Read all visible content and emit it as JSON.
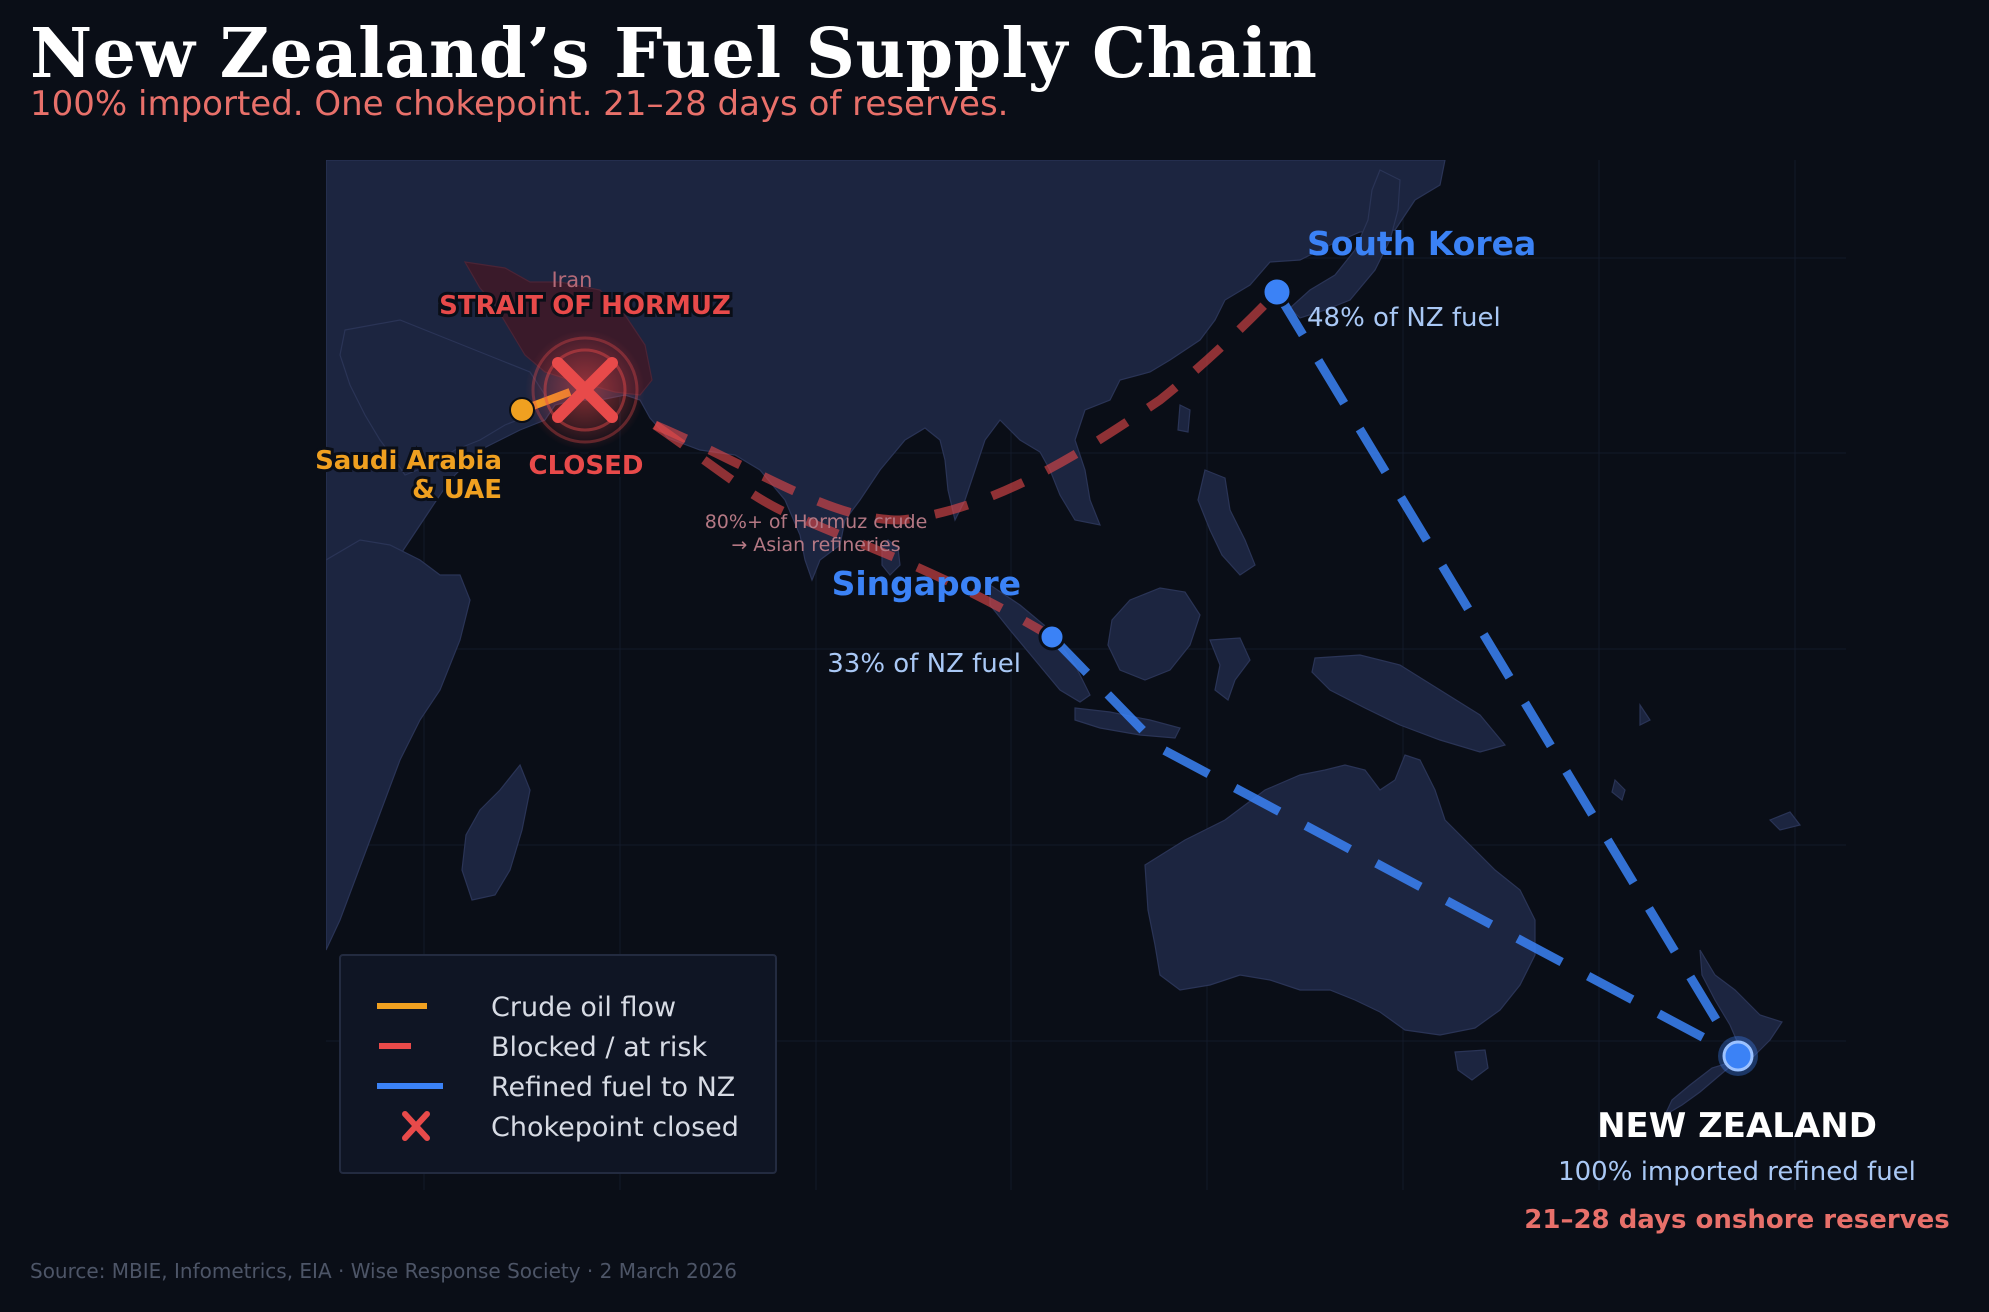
{
  "title": "New Zealand’s Fuel Supply Chain",
  "subtitle": "100% imported. One chokepoint. 21–28 days of reserves.",
  "colors": {
    "background": "#0a0e17",
    "land": "#1c2540",
    "crude": "#f0a020",
    "blocked": "#e84a4a",
    "refined": "#3b82f6",
    "subtitle": "#e8706a"
  },
  "labels": {
    "iran": "Iran",
    "hormuz": "STRAIT OF HORMUZ",
    "closed": "CLOSED",
    "saudi_line1": "Saudi Arabia",
    "saudi_line2": "& UAE",
    "asian_note_line1": "80%+ of Hormuz crude",
    "asian_note_line2": "→ Asian refineries",
    "south_korea": "South Korea",
    "south_korea_share": "48% of NZ fuel",
    "singapore": "Singapore",
    "singapore_share": "33% of NZ fuel",
    "nz": "NEW ZEALAND",
    "nz_sub": "100% imported refined fuel",
    "nz_reserves": "21–28 days onshore reserves"
  },
  "legend": {
    "items": [
      {
        "label": "Crude oil flow",
        "symbol": "crude-line-icon"
      },
      {
        "label": "Blocked / at risk",
        "symbol": "blocked-dash-icon"
      },
      {
        "label": "Refined fuel to NZ",
        "symbol": "refined-line-icon"
      },
      {
        "label": "Chokepoint closed",
        "symbol": "x-mark-icon"
      }
    ]
  },
  "source": "Source: MBIE, Infometrics, EIA  ·  Wise Response Society  ·  2 March 2026"
}
